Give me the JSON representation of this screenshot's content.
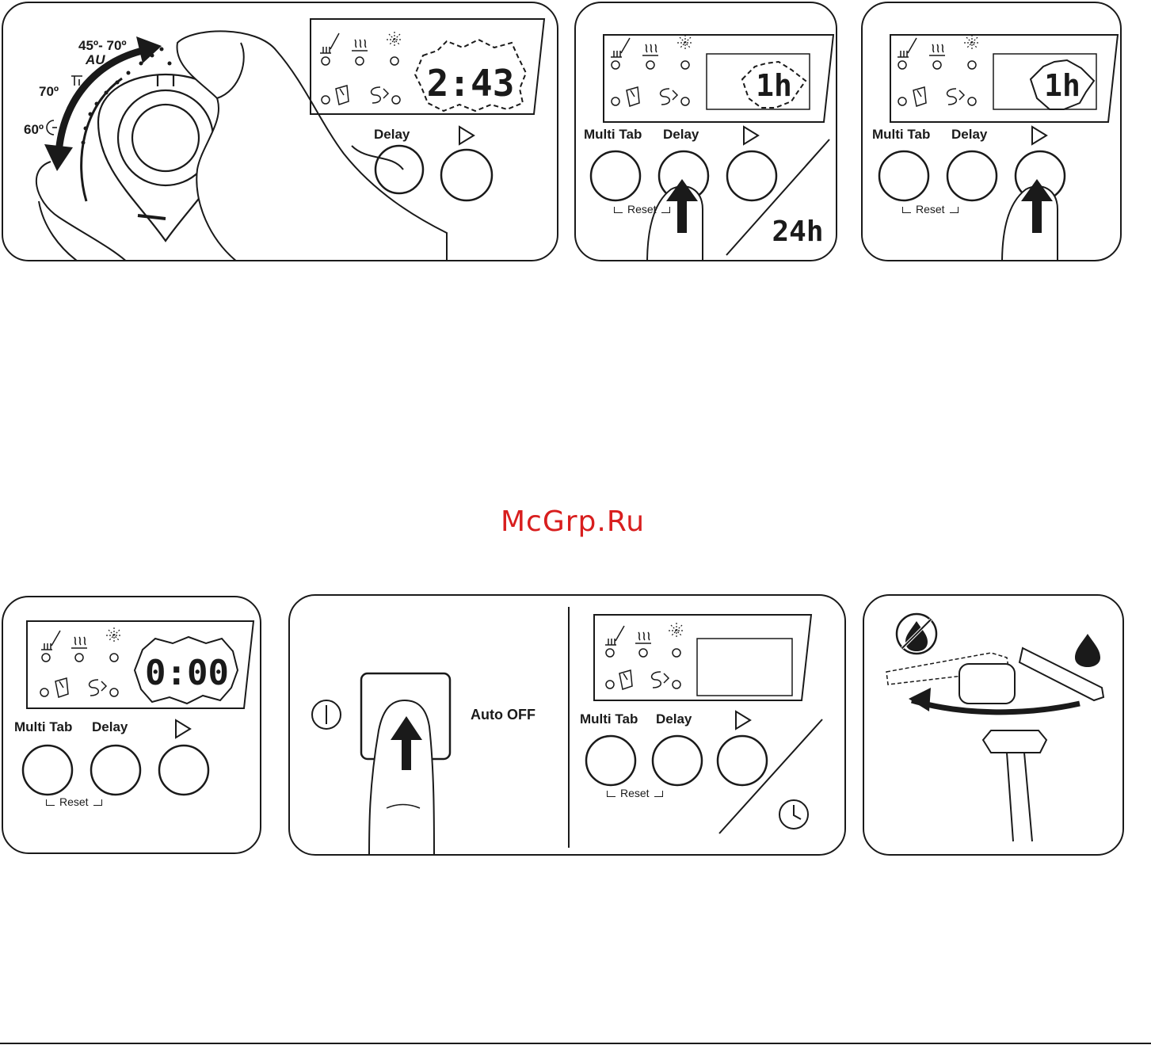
{
  "watermark": "McGrp.Ru",
  "buttons": {
    "multi_tab": "Multi Tab",
    "delay": "Delay",
    "reset": "Reset"
  },
  "panel1": {
    "temps": {
      "t45_70": "45º- 70º",
      "auto": "AU",
      "t70": "70º",
      "t60": "60º"
    },
    "display": "2:43"
  },
  "panel2": {
    "display": "1h",
    "corner_display": "24h"
  },
  "panel3": {
    "display": "1h"
  },
  "panel4": {
    "display": "0:00"
  },
  "panel5": {
    "auto_off": "Auto OFF"
  },
  "colors": {
    "ink": "#1a1a1a",
    "watermark": "#d81e1e"
  },
  "icons": [
    "rinse-aid-icon",
    "drying-icon",
    "salt-icon",
    "multi-tab-icon",
    "water-softener-icon",
    "start-triangle-icon",
    "clock-icon",
    "power-icon",
    "no-water-icon",
    "water-drop-icon"
  ]
}
